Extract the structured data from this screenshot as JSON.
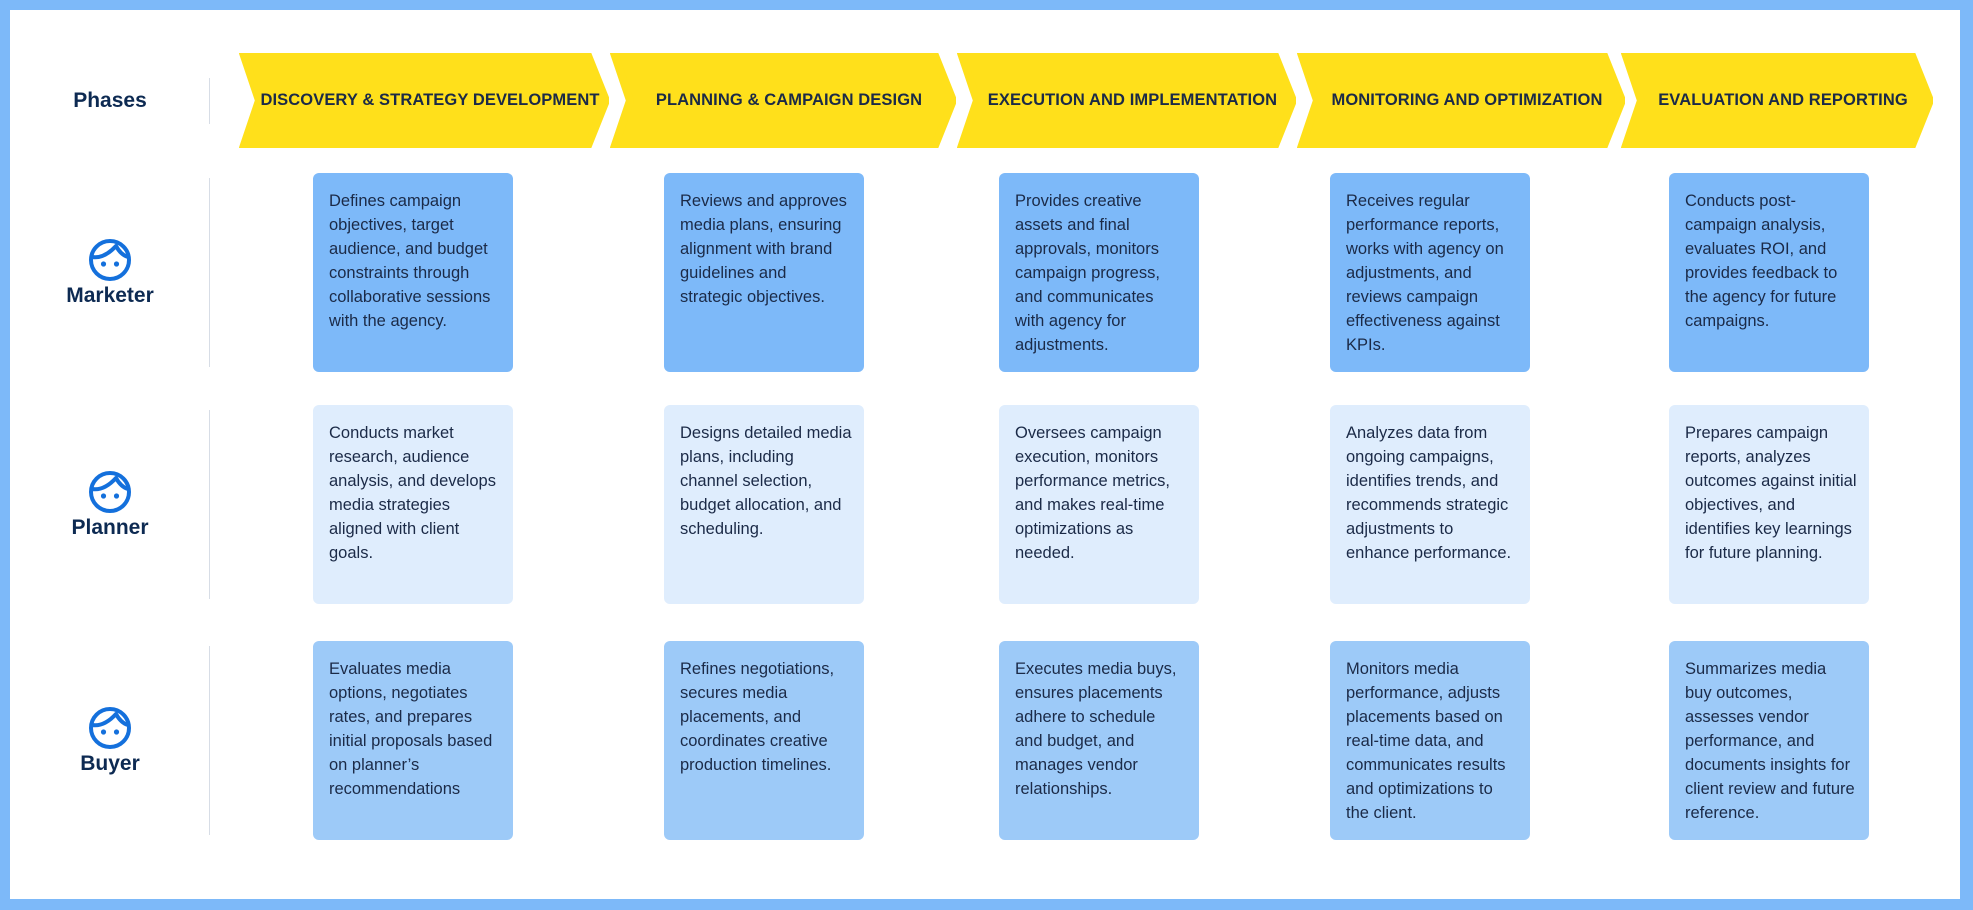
{
  "row_header": "Phases",
  "colors": {
    "phase_fill": "#ffe01b",
    "icon_blue": "#1470dc",
    "marketer_card": "#7db9f9",
    "planner_card": "#dfedfd",
    "buyer_card": "#9dcaf8"
  },
  "phases": [
    "DISCOVERY & STRATEGY DEVELOPMENT",
    "PLANNING & CAMPAIGN DESIGN",
    "EXECUTION AND IMPLEMENTATION",
    "MONITORING AND OPTIMIZATION",
    "EVALUATION AND REPORTING"
  ],
  "roles": [
    {
      "name": "Marketer",
      "icon": "face-icon",
      "cards": [
        "Defines campaign objectives, target audience, and budget constraints through collaborative sessions with the agency.",
        "Reviews and approves media plans, ensuring alignment with brand guidelines and strategic objectives.",
        "Provides creative assets and final approvals, monitors campaign progress, and communicates with agency for adjustments.",
        "Receives regular performance reports, works with agency on adjustments, and reviews campaign effectiveness against KPIs.",
        "Conducts post-campaign analysis, evaluates ROI, and provides feedback to the agency for future campaigns."
      ]
    },
    {
      "name": "Planner",
      "icon": "face-icon",
      "cards": [
        "Conducts market research, audience analysis, and develops media strategies aligned with client goals.",
        "Designs detailed media plans, including channel selection, budget allocation, and scheduling.",
        "Oversees campaign execution, monitors performance metrics, and makes real-time optimizations as needed.",
        "Analyzes data from ongoing campaigns, identifies trends, and recommends strategic adjustments to enhance performance.",
        "Prepares campaign reports, analyzes outcomes against initial objectives, and identifies key learnings for future planning."
      ]
    },
    {
      "name": "Buyer",
      "icon": "face-icon",
      "cards": [
        "Evaluates media options, negotiates rates, and prepares initial proposals based on planner’s recommendations",
        "Refines negotiations, secures media placements, and coordinates creative production timelines.",
        "Executes media buys, ensures placements adhere to schedule and budget, and manages vendor relationships.",
        "Monitors media performance, adjusts placements based on real-time data, and communicates results and optimizations to the client.",
        "Summarizes media buy outcomes, assesses vendor performance, and documents insights for client review and future reference."
      ]
    }
  ]
}
